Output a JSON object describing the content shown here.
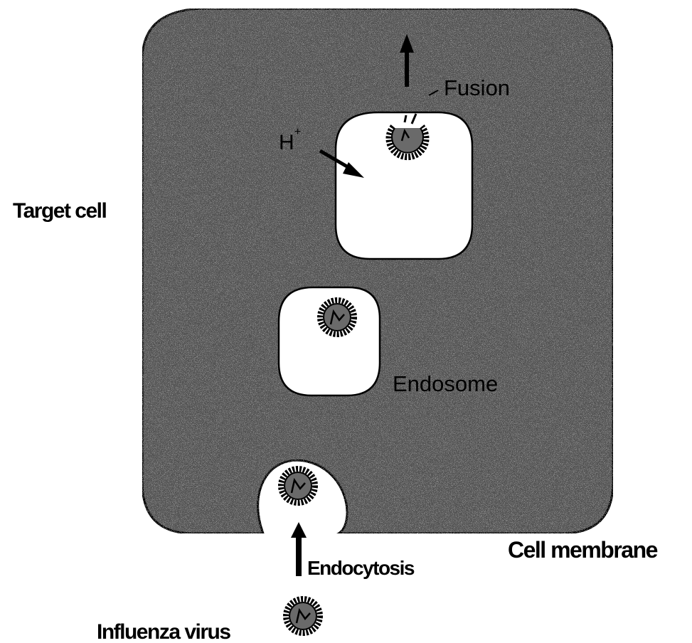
{
  "labels": {
    "target_cell": "Target cell",
    "fusion": "Fusion",
    "proton": "H",
    "proton_superscript": "+",
    "endosome": "Endosome",
    "cell_membrane": "Cell membrane",
    "endocytosis": "Endocytosis",
    "influenza_virus": "Influenza virus"
  },
  "colors": {
    "cytoplasm": "#555555",
    "outline": "#000000",
    "vesicle_interior": "#ffffff",
    "virus_fill": "#6a6a6a"
  }
}
